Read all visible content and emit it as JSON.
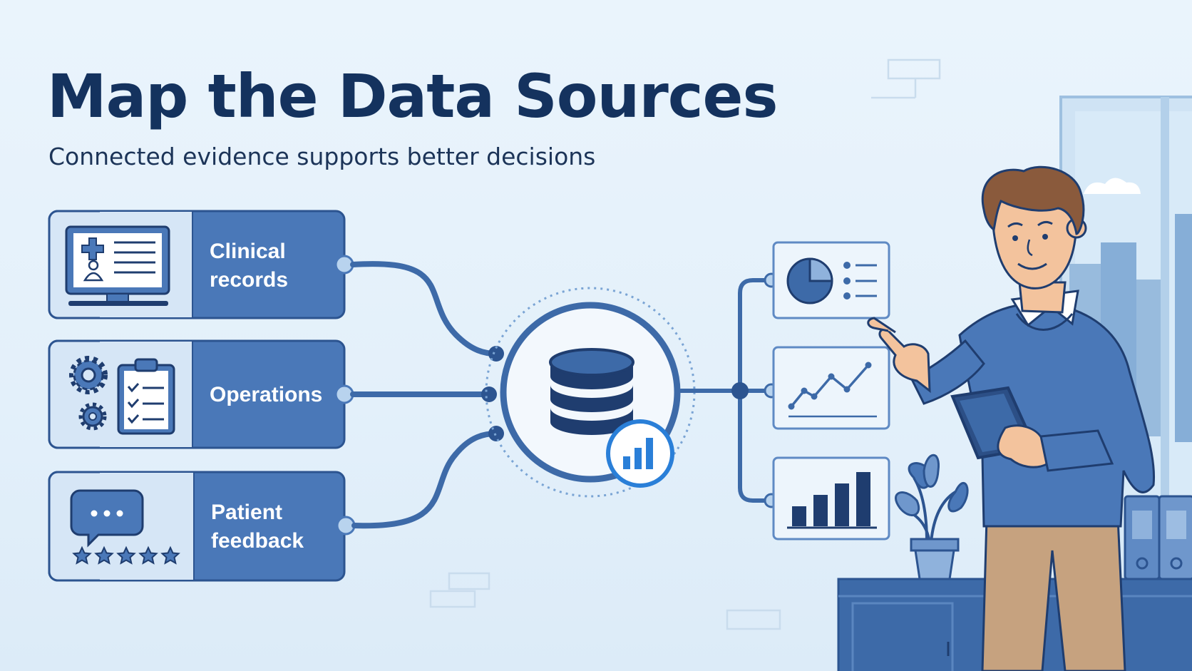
{
  "title": "Map the Data Sources",
  "subtitle": "Connected evidence supports better decisions",
  "sources": [
    {
      "lines": [
        "Clinical",
        "records"
      ],
      "icon": "medical-monitor-icon"
    },
    {
      "lines": [
        "Operations"
      ],
      "icon": "gear-clipboard-icon"
    },
    {
      "lines": [
        "Patient",
        "feedback"
      ],
      "icon": "chat-rating-icon"
    }
  ],
  "hub": {
    "icon": "database-icon",
    "badge_icon": "bar-chart-badge-icon"
  },
  "outputs": [
    {
      "icon": "pie-chart-icon"
    },
    {
      "icon": "line-chart-icon"
    },
    {
      "icon": "bar-chart-icon"
    }
  ],
  "colors": {
    "primary": "#4a78b8",
    "dark_navy": "#1f3d6f",
    "light_panel": "#d6e6f6",
    "background": "#e6f2fb",
    "hub_accent": "#2a7fd8"
  }
}
